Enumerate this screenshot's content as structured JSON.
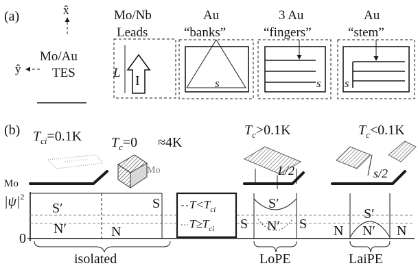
{
  "panel_a": {
    "label": "(a)",
    "axis_x": "x̂",
    "axis_y": "ŷ",
    "tes_line1": "Mo/Au",
    "tes_line2": "TES",
    "leads_line1": "Mo/Nb",
    "leads_line2": "Leads",
    "leads_L": "L",
    "leads_I": "I",
    "banks_line1": "Au",
    "banks_line2": "“banks”",
    "banks_s": "s",
    "fingers_line1": "3 Au",
    "fingers_line2": "“fingers”",
    "fingers_s": "s",
    "stem_line1": "Au",
    "stem_line2": "“stem”",
    "stem_s": "s"
  },
  "panel_b": {
    "label": "(b)",
    "tci_sym": "T",
    "tci_sub": "ci",
    "tci_val": "=0.1K",
    "tc0_sym": "T",
    "tc0_sub": "c",
    "tc0_val": "=0",
    "tc4": "≈4K",
    "mo_small": "Mo",
    "mo_left": "Mo",
    "psi_label": "|ψ|",
    "psi_sup": "2",
    "zero": "0",
    "s_prime": "S′",
    "n_prime": "N′",
    "s": "S",
    "n": "N",
    "legend_lt": "T<T",
    "legend_lt_sub": "ci",
    "legend_ge": "T≥T",
    "legend_ge_sub": "ci",
    "lope_tc_sym": "T",
    "lope_tc_sub": "c",
    "lope_tc_val": ">0.1K",
    "lope_half": "L/2",
    "laipe_tc_sym": "T",
    "laipe_tc_sub": "c",
    "laipe_tc_val": "<0.1K",
    "laipe_half": "s/2",
    "cap_isolated": "isolated",
    "cap_lope": "LoPE",
    "cap_laipe": "LaiPE"
  }
}
